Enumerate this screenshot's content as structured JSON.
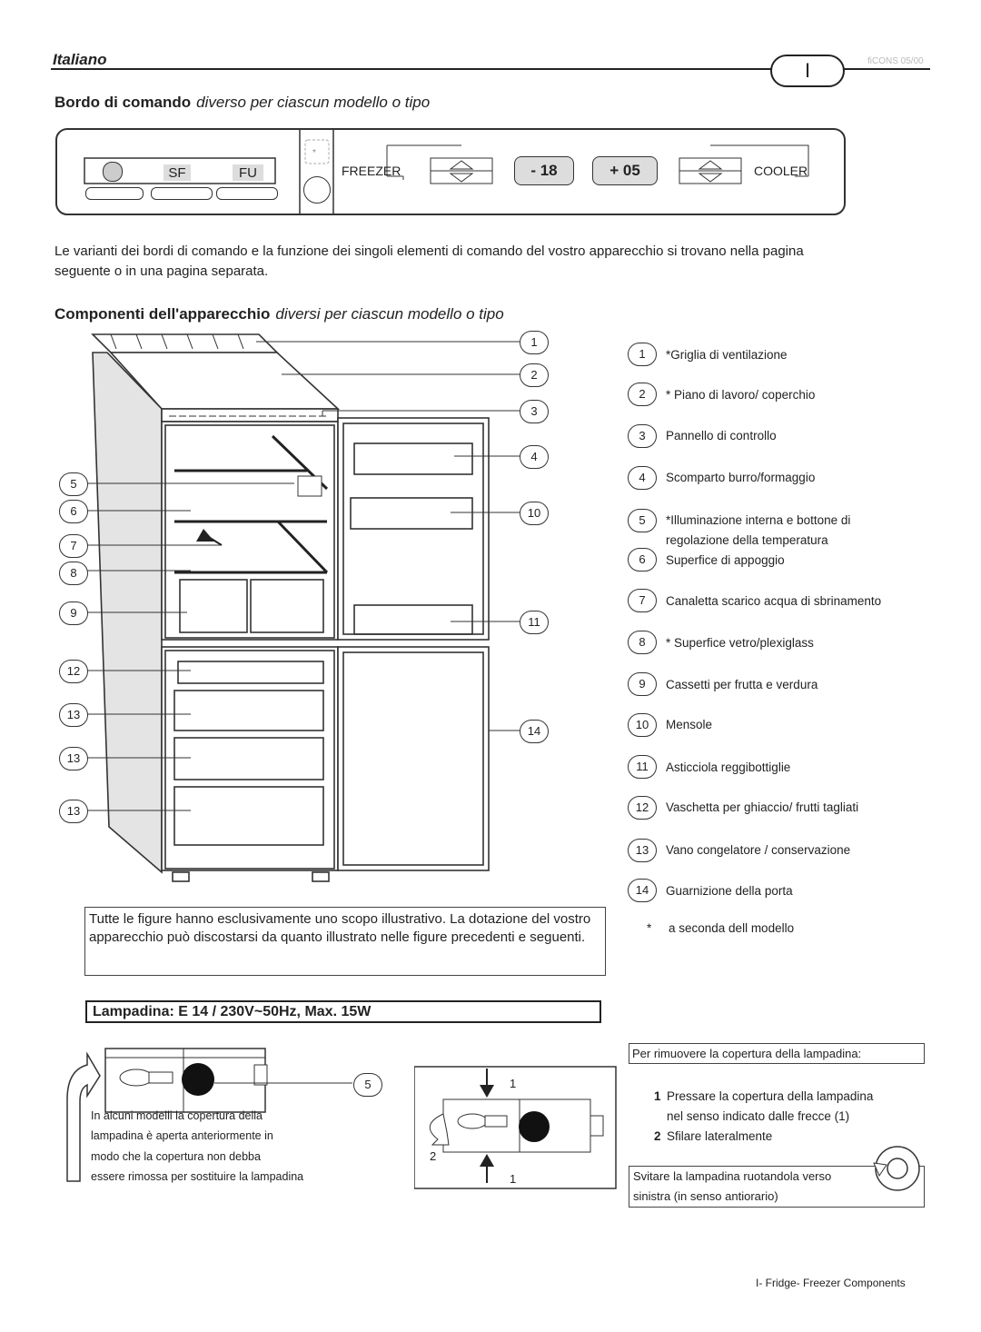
{
  "header": {
    "language": "Italiano",
    "page_letter": "I",
    "code": "fiCONS 05/00"
  },
  "control_panel": {
    "title": "Bordo di comando",
    "title_note": "diverso per ciascun modello o tipo",
    "sf": "SF",
    "fu": "FU",
    "freezer": "FREEZER",
    "cooler": "COOLER",
    "freezer_temp": "- 18",
    "cooler_temp": "+ 05"
  },
  "intro_text": "Le varianti dei bordi di comando e la funzione dei singoli elementi di comando del vostro apparecchio si trovano nella pagina seguente o in una pagina separata.",
  "components": {
    "title": "Componenti dell'apparecchio",
    "title_note": "diversi per ciascun modello o tipo"
  },
  "callouts": {
    "right": [
      "1",
      "2",
      "3",
      "4",
      "10",
      "11",
      "14"
    ],
    "left": [
      "5",
      "6",
      "7",
      "8",
      "9",
      "12",
      "13",
      "13",
      "13"
    ]
  },
  "legend": [
    {
      "num": "1",
      "text": "*Griglia di ventilazione"
    },
    {
      "num": "2",
      "text": "* Piano di lavoro/ coperchio"
    },
    {
      "num": "3",
      "text": "Pannello di controllo"
    },
    {
      "num": "4",
      "text": "Scomparto burro/formaggio"
    },
    {
      "num": "5",
      "text": "*Illuminazione interna e bottone di",
      "text2": "regolazione della temperatura"
    },
    {
      "num": "6",
      "text": "Superfice di appoggio"
    },
    {
      "num": "7",
      "text": "Canaletta scarico acqua di sbrinamento"
    },
    {
      "num": "8",
      "text": "* Superfice vetro/plexiglass"
    },
    {
      "num": "9",
      "text": "Cassetti per frutta e verdura"
    },
    {
      "num": "10",
      "text": "Mensole"
    },
    {
      "num": "11",
      "text": "Asticciola reggibottiglie"
    },
    {
      "num": "12",
      "text": "Vaschetta per ghiaccio/ frutti tagliati"
    },
    {
      "num": "13",
      "text": "Vano congelatore / conservazione"
    },
    {
      "num": "14",
      "text": "Guarnizione della porta"
    }
  ],
  "footnote": {
    "star": "*",
    "text": "a seconda dell modello"
  },
  "disclaimer": "Tutte le figure hanno esclusivamente uno scopo illustrativo. La dotazione del vostro apparecchio può discostarsi da quanto illustrato nelle figure precedenti e seguenti.",
  "lamp": {
    "title": "Lampadina: E 14 / 230V~50Hz, Max. 15W",
    "callout": "5",
    "note_lines": [
      "In alcuni modelli la copertura della",
      "lampadina è aperta anteriormente in",
      "modo che la copertura non debba",
      "essere rimossa per sostituire la lampadina"
    ],
    "step_labels": [
      "1",
      "2",
      "1"
    ],
    "remove_title": "Per rimuovere la copertura della lampadina:",
    "steps": [
      {
        "num": "1",
        "text": "Pressare la copertura della lampadina",
        "text2": "nel senso indicato dalle frecce (1)"
      },
      {
        "num": "2",
        "text": "Sfilare lateralmente"
      }
    ],
    "unscrew_lines": [
      "Svitare la lampadina ruotandola verso",
      "sinistra (in senso antiorario)"
    ]
  },
  "footer": "I- Fridge- Freezer Components"
}
